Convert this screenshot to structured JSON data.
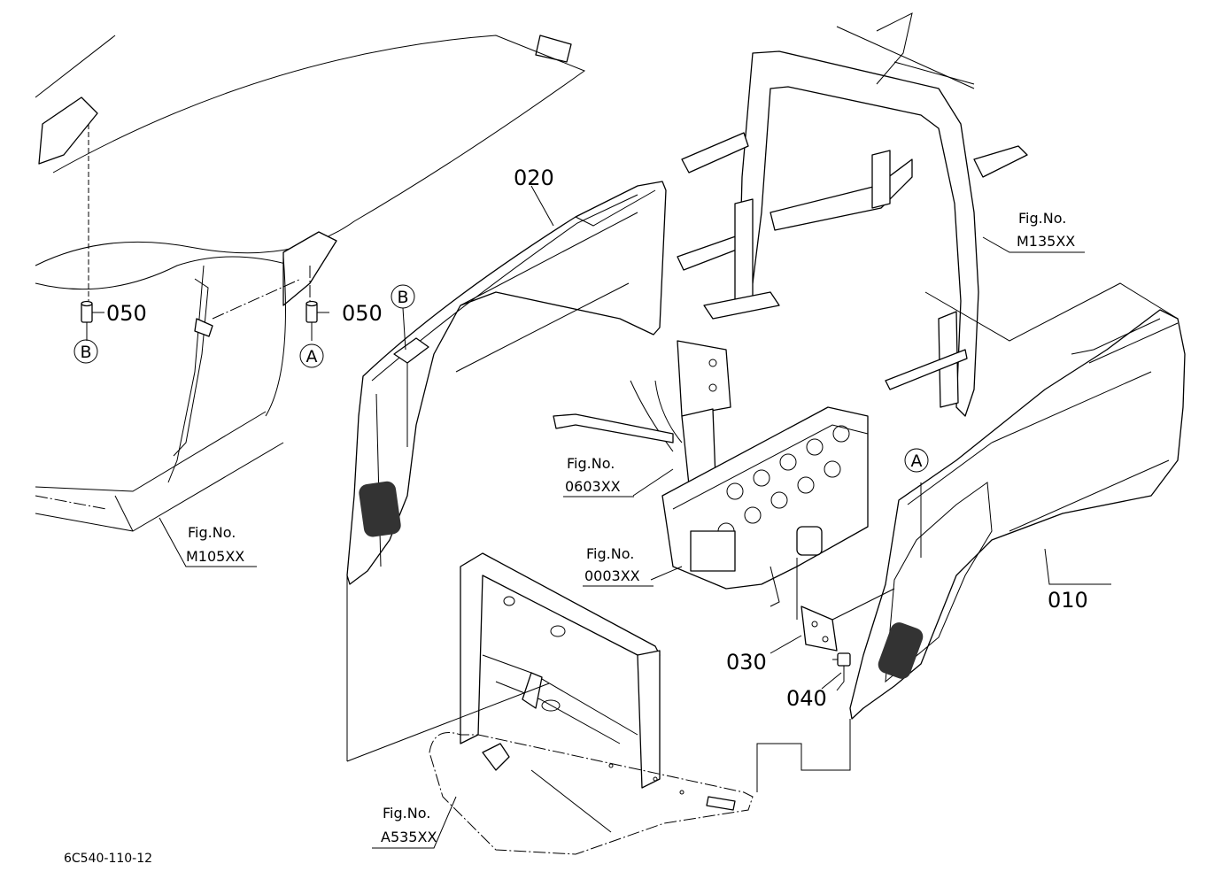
{
  "drawing_code": "6C540-110-12",
  "parts": [
    {
      "key": "p010",
      "number": "010"
    },
    {
      "key": "p020",
      "number": "020"
    },
    {
      "key": "p030",
      "number": "030"
    },
    {
      "key": "p040",
      "number": "040"
    },
    {
      "key": "p050a",
      "number": "050"
    },
    {
      "key": "p050b",
      "number": "050"
    }
  ],
  "fig_prefix": "Fig.No.",
  "fig_refs": {
    "m135": "M135XX",
    "m105": "M105XX",
    "f0603": "0603XX",
    "f0003": "0003XX",
    "a535": "A535XX"
  },
  "circle_markers": {
    "a_left": "A",
    "b_left": "B",
    "b_panel": "B",
    "a_panel": "A"
  }
}
